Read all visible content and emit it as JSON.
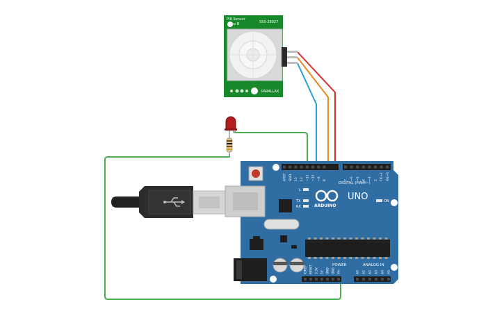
{
  "pir": {
    "title_line1": "PIR Sensor",
    "title_line2": "Rev B",
    "part_number": "555-28027",
    "brand": "PARALLAX"
  },
  "arduino": {
    "logo_text": "UNO",
    "brand": "ARDUINO",
    "digital_label": "DIGITAL (PWM~)",
    "power_label": "POWER",
    "analog_label": "ANALOG IN",
    "on_label": "ON",
    "led_l_label": "L",
    "tx_label": "TX",
    "rx_label": "RX",
    "digital_pins": [
      "AREF",
      "GND",
      "13",
      "12",
      "~11",
      "~10",
      "~9",
      "8",
      "7",
      "~6",
      "~5",
      "4",
      "~3",
      "2",
      "TX→1",
      "RX←0"
    ],
    "power_pins": [
      "IOREF",
      "RESET",
      "3.3V",
      "5V",
      "GND",
      "GND",
      "Vin"
    ],
    "analog_pins": [
      "A0",
      "A1",
      "A2",
      "A3",
      "A4",
      "A5"
    ]
  },
  "colors": {
    "board": "#2f6da3",
    "pir_board": "#17892b",
    "wire_green": "#4caf50",
    "wire_blue": "#2a9fd6",
    "wire_orange": "#e8891d",
    "wire_red": "#d62d2d",
    "led": "#b21d1d"
  }
}
